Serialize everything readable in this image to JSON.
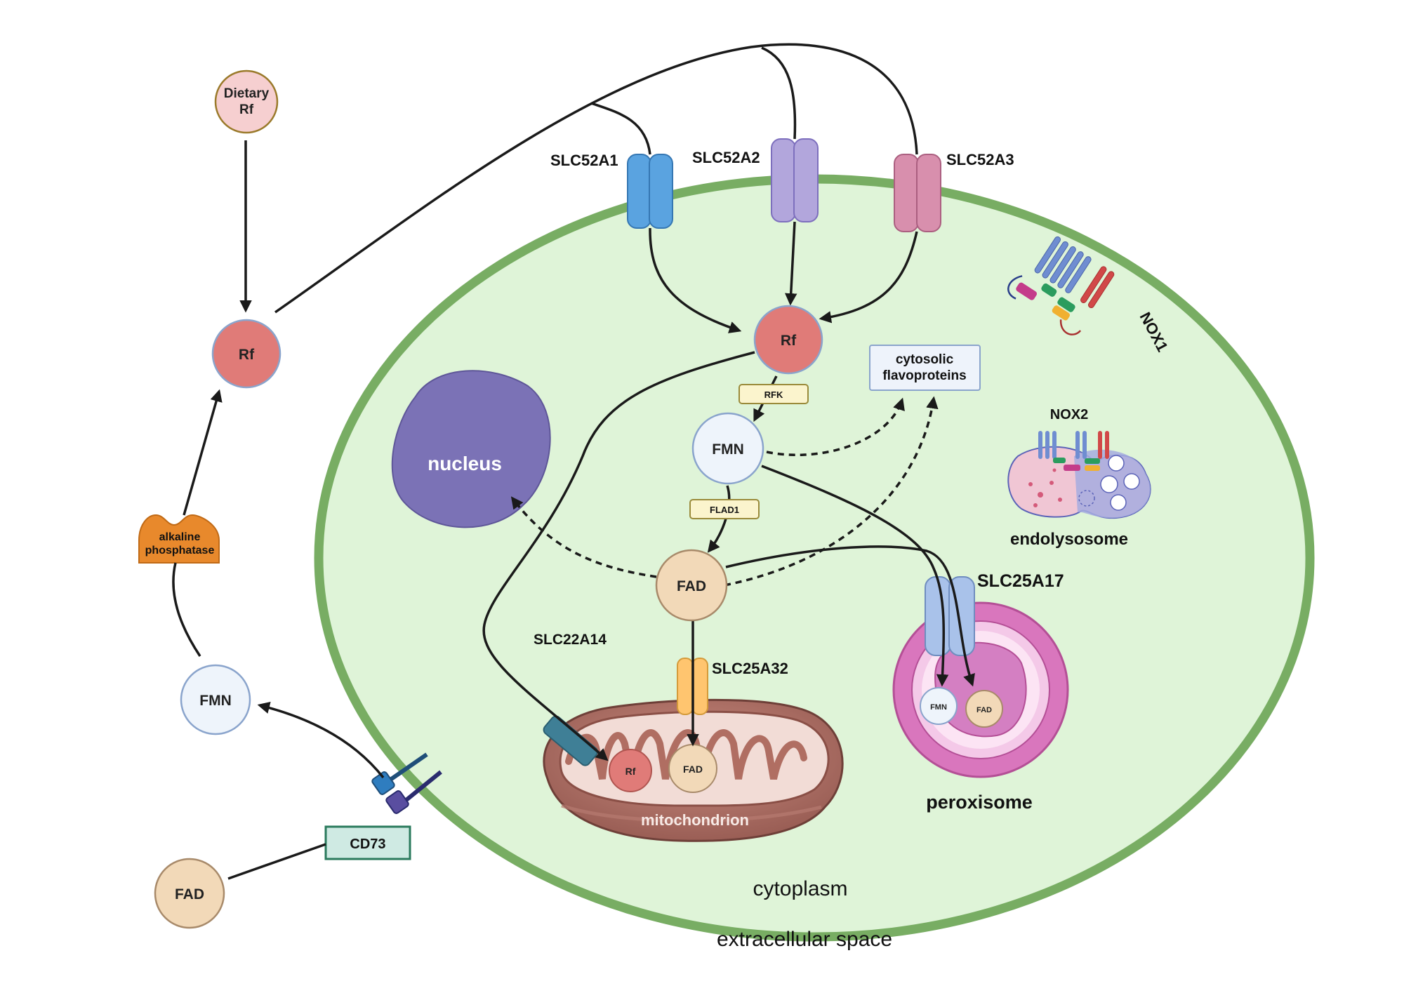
{
  "colors": {
    "cell_fill": "#dff4d8",
    "cell_border": "#78ad63",
    "rf": "#e07b78",
    "fmn": "#eef4fb",
    "fad": "#f2d9b8",
    "nucleus": "#7b72b6",
    "slc52a1": "#5aa3e0",
    "slc52a2": "#b2a6dc",
    "slc52a3": "#d88fad",
    "slc25a17": "#a9c2ea",
    "slc25a32": "#ffc56f",
    "peroxisome": "#d976bd",
    "mito": "#c98578",
    "cd73_fill": "#cfeae3",
    "cd73_border": "#2a7a5c",
    "alp": "#e8892c"
  },
  "extracellular": {
    "dietary_rf": "Dietary\nRf",
    "rf": "Rf",
    "fmn": "FMN",
    "fad": "FAD",
    "alkaline_phosphatase": "alkaline\nphosphatase",
    "cd73": "CD73"
  },
  "transporters": {
    "slc52a1": "SLC52A1",
    "slc52a2": "SLC52A2",
    "slc52a3": "SLC52A3",
    "slc25a17": "SLC25A17",
    "slc25a32": "SLC25A32",
    "slc22a14": "SLC22A14"
  },
  "intracellular": {
    "rf": "Rf",
    "rfk": "RFK",
    "fmn": "FMN",
    "flad1": "FLAD1",
    "fad": "FAD",
    "cytosolic_flavoproteins": "cytosolic\nflavoproteins",
    "nucleus": "nucleus",
    "nox1": "NOX1",
    "nox2": "NOX2",
    "endolysosome": "endolysosome",
    "peroxisome": "peroxisome",
    "perox_fmn": "FMN",
    "perox_fad": "FAD",
    "mitochondrion": "mitochondrion",
    "mito_rf": "Rf",
    "mito_fad": "FAD"
  },
  "regions": {
    "cytoplasm": "cytoplasm",
    "extracellular_space": "extracellular space"
  }
}
